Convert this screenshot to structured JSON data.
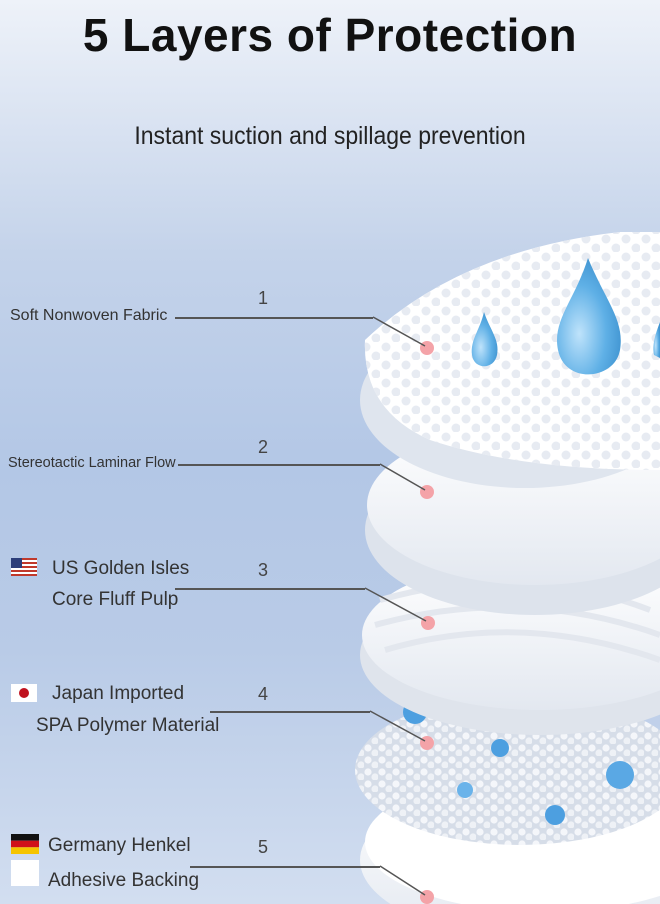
{
  "header": {
    "title": "5 Layers of Protection",
    "subtitle": "Instant suction and spillage prevention"
  },
  "layers": [
    {
      "number": "1",
      "label": "Soft Nonwoven Fabric"
    },
    {
      "number": "2",
      "label": "Stereotactic Laminar Flow"
    },
    {
      "number": "3",
      "label_line1": "US Golden Isles",
      "label_line2": "Core Fluff Pulp",
      "flag_icon": "us-flag-icon"
    },
    {
      "number": "4",
      "label_line1": "Japan Imported",
      "label_line2": "SPA Polymer Material",
      "flag_icon": "japan-flag-icon"
    },
    {
      "number": "5",
      "label_line1": "Germany Henkel",
      "label_line2": "Adhesive Backing",
      "flag_icon": "germany-flag-icon"
    }
  ],
  "colors": {
    "background_top": "#eef2f9",
    "background_mid": "#b3c7e6",
    "droplet": "#5fb0e6",
    "marker_dot": "#f4a3a8"
  }
}
